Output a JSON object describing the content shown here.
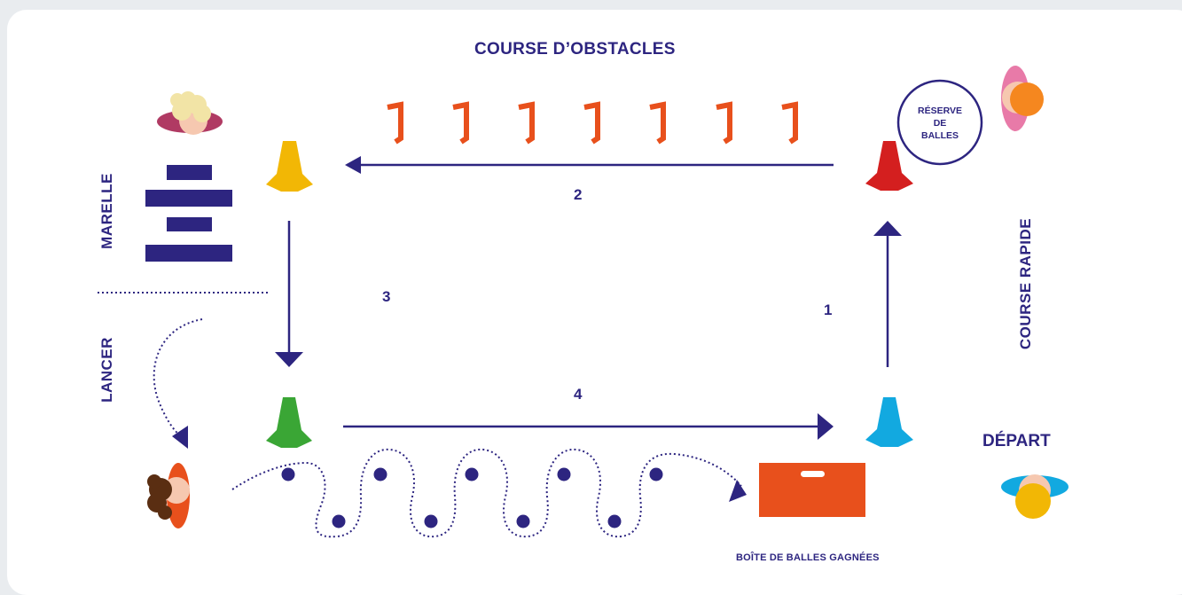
{
  "title": "COURSE D’OBSTACLES",
  "stations": {
    "marelle": "MARELLE",
    "lancer": "LANCER",
    "course_rapide": "COURSE RAPIDE",
    "depart": "DÉPART"
  },
  "reserve": {
    "line1": "RÉSERVE",
    "line2": "DE",
    "line3": "BALLES"
  },
  "box_label": "BOÎTE DE BALLES GAGNÉES",
  "steps": [
    "1",
    "2",
    "3",
    "4"
  ],
  "colors": {
    "ink": "#2d2580",
    "orange": "#e8501c",
    "yellow_cone": "#f2b705",
    "red_cone": "#d41f1f",
    "green_cone": "#3aa635",
    "blue_cone": "#12a9e0",
    "background": "#e9ecef"
  }
}
